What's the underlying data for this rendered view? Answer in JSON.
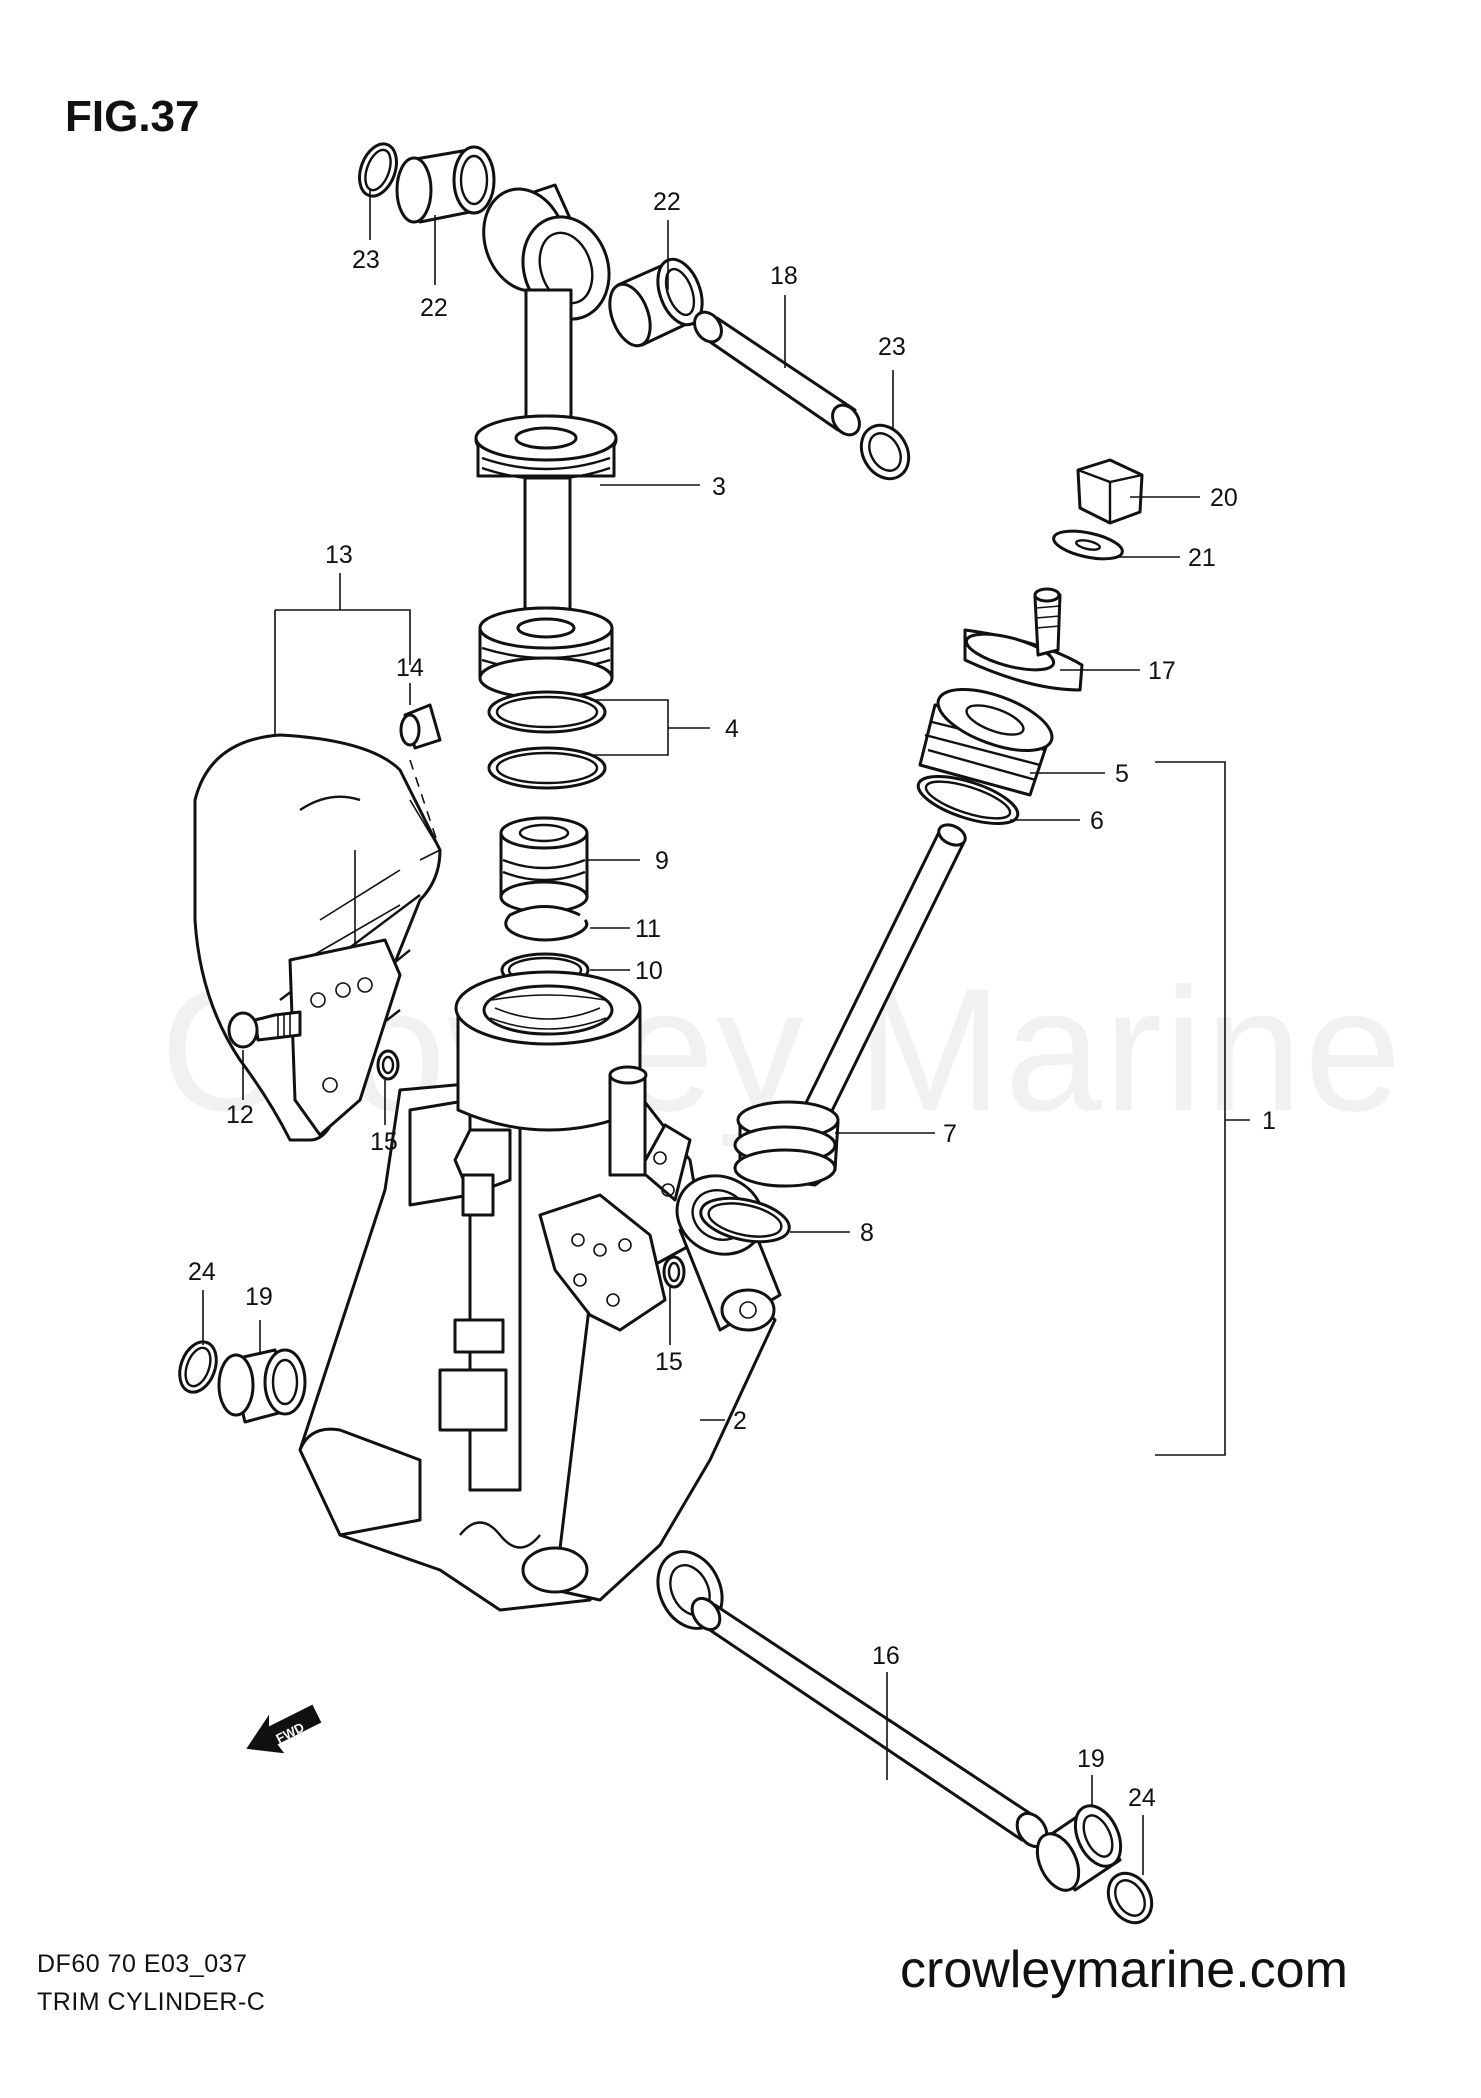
{
  "figure": {
    "title": "FIG.37"
  },
  "watermark": "Crowley Marine",
  "footer": {
    "code": "DF60 70 E03_037",
    "caption": "TRIM CYLINDER-C",
    "site": "crowleymarine.com"
  },
  "fwd_label": "FWD",
  "callouts": {
    "c1": "1",
    "c2": "2",
    "c3": "3",
    "c4": "4",
    "c5": "5",
    "c6": "6",
    "c7": "7",
    "c8": "8",
    "c9": "9",
    "c10": "10",
    "c11": "11",
    "c12": "12",
    "c13": "13",
    "c14": "14",
    "c15a": "15",
    "c15b": "15",
    "c16": "16",
    "c17": "17",
    "c18": "18",
    "c19a": "19",
    "c19b": "19",
    "c20": "20",
    "c21": "21",
    "c22a": "22",
    "c22b": "22",
    "c23a": "23",
    "c23b": "23",
    "c24a": "24",
    "c24b": "24"
  }
}
